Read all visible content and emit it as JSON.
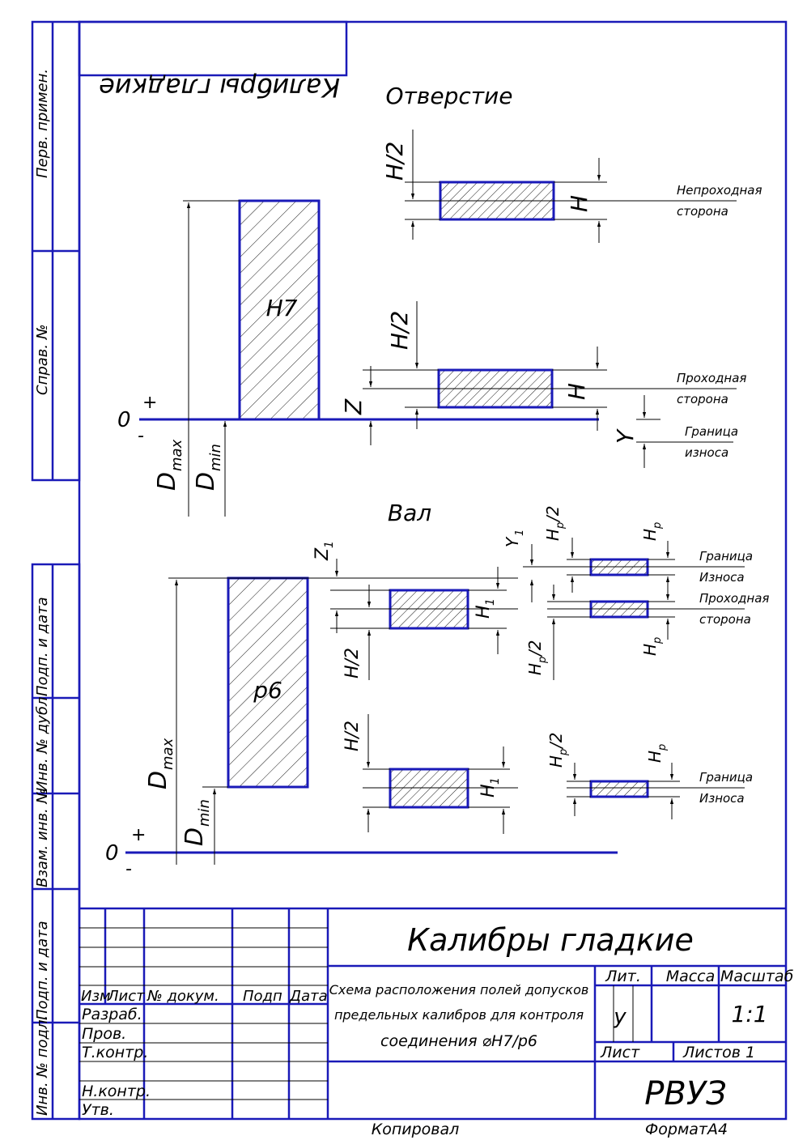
{
  "stamp": {
    "mirrored_title": "Калибры гладкие"
  },
  "sections": {
    "hole": "Отверстие",
    "shaft": "Вал"
  },
  "hole": {
    "field": "H7",
    "zero": "0",
    "plus": "+",
    "minus": "-",
    "dmax": "max",
    "dmin": "min",
    "d_letter": "D",
    "h2": "H/2",
    "h": "H",
    "z": "Z",
    "y": "Y",
    "nogo_1": "Непроходная",
    "nogo_2": "сторона",
    "go_1": "Проходная",
    "go_2": "сторона",
    "wear_1": "Граница",
    "wear_2": "износа"
  },
  "shaft": {
    "field": "p6",
    "zero": "0",
    "plus": "+",
    "minus": "-",
    "dmax": "max",
    "dmin": "min",
    "d_letter": "D",
    "z1": "Z",
    "z1_sub": "1",
    "h2": "H/2",
    "h1": "H",
    "h1_sub": "1",
    "y1": "Y",
    "y1_sub": "1",
    "hp2": "H",
    "hp2_sub": "p",
    "hp2_tail": "/2",
    "hp": "H",
    "hp_sub": "p",
    "wear_1": "Граница",
    "wear_2": "Износа",
    "go_1": "Проходная",
    "go_2": "сторона"
  },
  "left_strip": {
    "perv": "Перв. примен.",
    "sprav": "Справ. №",
    "podp_data_1": "Подп. и дата",
    "inv_dubl": "Инв. № дубл.",
    "vzam_inv": "Взам. инв. №",
    "podp_data_2": "Подп. и дата",
    "inv_podl": "Инв. № подл."
  },
  "title_block": {
    "doc_title": "Калибры гладкие",
    "desc_1": "Схема расположения полей допусков",
    "desc_2": "предельных калибров для контроля",
    "desc_3": "соединения ⌀H7/p6",
    "izm": "Изм",
    "list": "Лист",
    "n_dokum": "№ докум.",
    "podp": "Подп",
    "data": "Дата",
    "razrab": "Разраб.",
    "prov": "Пров.",
    "tkontr": "Т.контр.",
    "nkontr": "Н.контр.",
    "utv": "Утв.",
    "lit": "Лит.",
    "massa": "Масса",
    "masshtab": "Масштаб",
    "lit_val": "у",
    "scale_val": "1:1",
    "sheet": "Лист",
    "sheets": "Листов 1",
    "org": "РВУЗ"
  },
  "footer": {
    "copied": "Копировал",
    "format": "ФорматА4"
  },
  "colors": {
    "frame": "#1a1ab8",
    "lines": "#000000"
  }
}
